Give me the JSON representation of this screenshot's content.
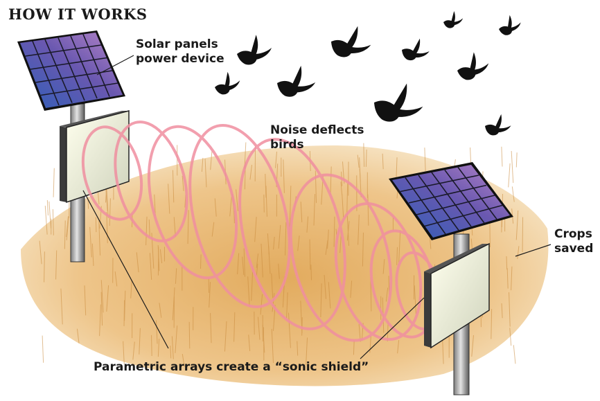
{
  "title": "HOW IT WORKS",
  "labels": {
    "solar": "Solar panels\npower device",
    "noise": "Noise deflects\nbirds",
    "crops": "Crops\nsaved",
    "arrays": "Parametric arrays create a “sonic shield”"
  },
  "colors": {
    "sound_wave": "#f08fa0",
    "wheat": "#e6b872",
    "panel": "#5a5fb8",
    "bird": "#111111"
  },
  "icons": [
    "solar-panel-icon",
    "speaker-box-icon",
    "bird-icon",
    "wheat-field-icon"
  ]
}
